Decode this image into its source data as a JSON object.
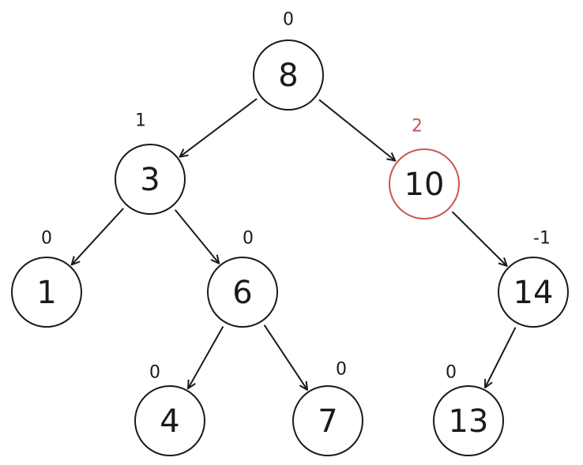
{
  "highlight_color": "#cc5555",
  "line_color": "#1a1a1a",
  "nodes": [
    {
      "id": "n8",
      "label": "8",
      "balance": "0",
      "highlight": false
    },
    {
      "id": "n3",
      "label": "3",
      "balance": "1",
      "highlight": false
    },
    {
      "id": "n10",
      "label": "10",
      "balance": "2",
      "highlight": true
    },
    {
      "id": "n1",
      "label": "1",
      "balance": "0",
      "highlight": false
    },
    {
      "id": "n6",
      "label": "6",
      "balance": "0",
      "highlight": false
    },
    {
      "id": "n14",
      "label": "14",
      "balance": "-1",
      "highlight": false
    },
    {
      "id": "n4",
      "label": "4",
      "balance": "0",
      "highlight": false
    },
    {
      "id": "n7",
      "label": "7",
      "balance": "0",
      "highlight": false
    },
    {
      "id": "n13",
      "label": "13",
      "balance": "0",
      "highlight": false
    }
  ],
  "edges": [
    {
      "from": "n8",
      "to": "n3"
    },
    {
      "from": "n8",
      "to": "n10"
    },
    {
      "from": "n3",
      "to": "n1"
    },
    {
      "from": "n3",
      "to": "n6"
    },
    {
      "from": "n10",
      "to": "n14"
    },
    {
      "from": "n6",
      "to": "n4"
    },
    {
      "from": "n6",
      "to": "n7"
    },
    {
      "from": "n14",
      "to": "n13"
    }
  ]
}
